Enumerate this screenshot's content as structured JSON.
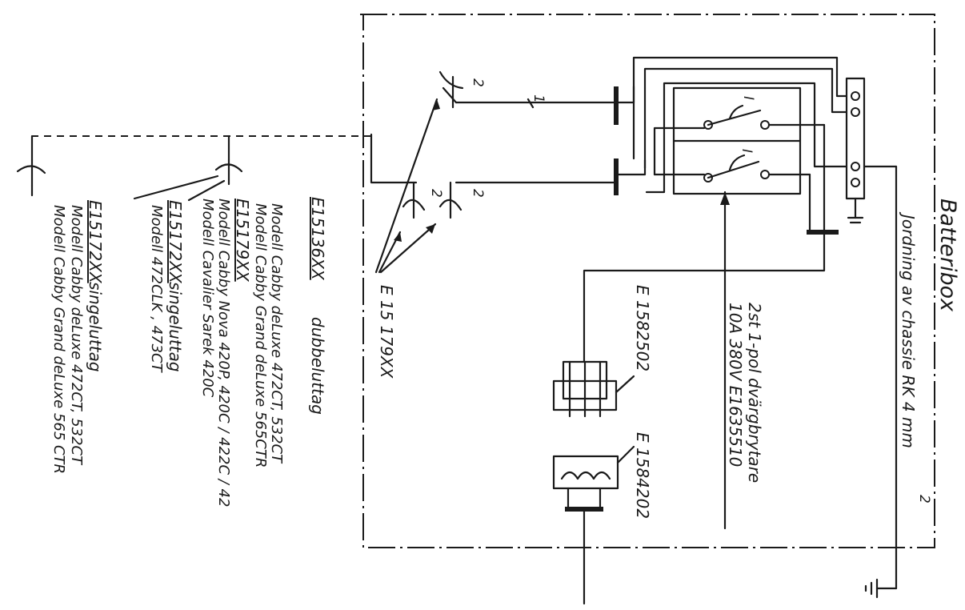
{
  "labels": {
    "batteribox": "Batteribox",
    "jordning": "Jordning av chassie RK 4 mm",
    "jordning_sup": "2",
    "brytare_line1": "2st 1-pol dvärgbrytare",
    "brytare_line2": "10A 380V E1635510",
    "e1582502": "E 1582502",
    "e1584202": "E 1584202",
    "e15179xx_box": "E 15 179XX",
    "switch_mark_top": "I",
    "switch_mark_bottom": "I",
    "pin_2_a": "2",
    "pin_2_b": "2",
    "pin_2_c": "2",
    "pin_1": "1"
  },
  "legend": [
    {
      "code": "E15136XX",
      "suffix": "dubbeluttag",
      "lines": [
        "Modell  Cabby  deLuxe 472CT, 532CT",
        "Modell  Cabby  Grand deLuxe 565CTR"
      ]
    },
    {
      "code": "E15179XX",
      "suffix": "",
      "lines": [
        "Modell   Cabby Nova  420P, 420C / 422C / 42",
        "Modell   Cavalier Sarek  420C"
      ]
    },
    {
      "code": "E15172XX",
      "suffix": "singeluttag",
      "lines": [
        "Modell  472CLK , 473CT"
      ]
    },
    {
      "code": "E15172XX",
      "suffix": "singeluttag",
      "lines": [
        "Modell   Cabby deLuxe  472CT, 532CT",
        "Modell   Cabby Grand deLuxe  565 CTR"
      ]
    }
  ]
}
